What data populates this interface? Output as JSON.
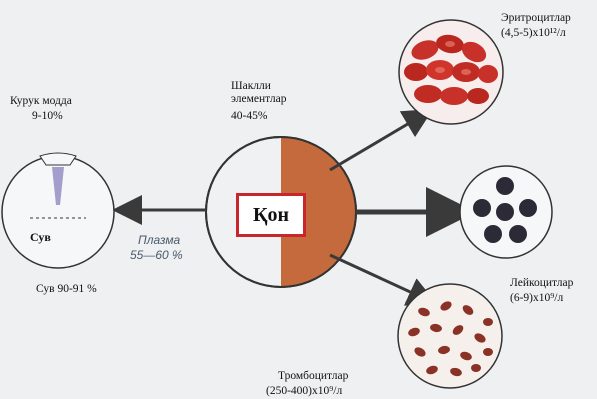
{
  "labels": {
    "dry_matter": "Курук модда",
    "dry_matter_pct": "9-10%",
    "formed_elements": "Шаклли элементлар",
    "formed_elements_pct": "40-45%",
    "erythrocytes": "Эритроцитлар",
    "erythrocytes_count": "(4,5-5)x10¹²/л",
    "water_tube": "Сув",
    "water_pct": "Сув 90-91 %",
    "plasma": "Плазма",
    "plasma_pct": "55—60 %",
    "blood": "Қон",
    "leukocytes": "Лейкоцитлар",
    "leukocytes_count": "(6-9)x10⁹/л",
    "thrombocytes": "Тромбоцитлар",
    "thrombocytes_count": "(250-400)x10⁹/л"
  },
  "colors": {
    "plasma_fill": "#eff0f2",
    "cells_fill": "#c56a3c",
    "erythrocyte": "#c8302a",
    "leukocyte": "#2b2a36",
    "thrombocyte": "#8a3226",
    "box_border": "#c8262a",
    "arrow": "#3a3a3a"
  }
}
